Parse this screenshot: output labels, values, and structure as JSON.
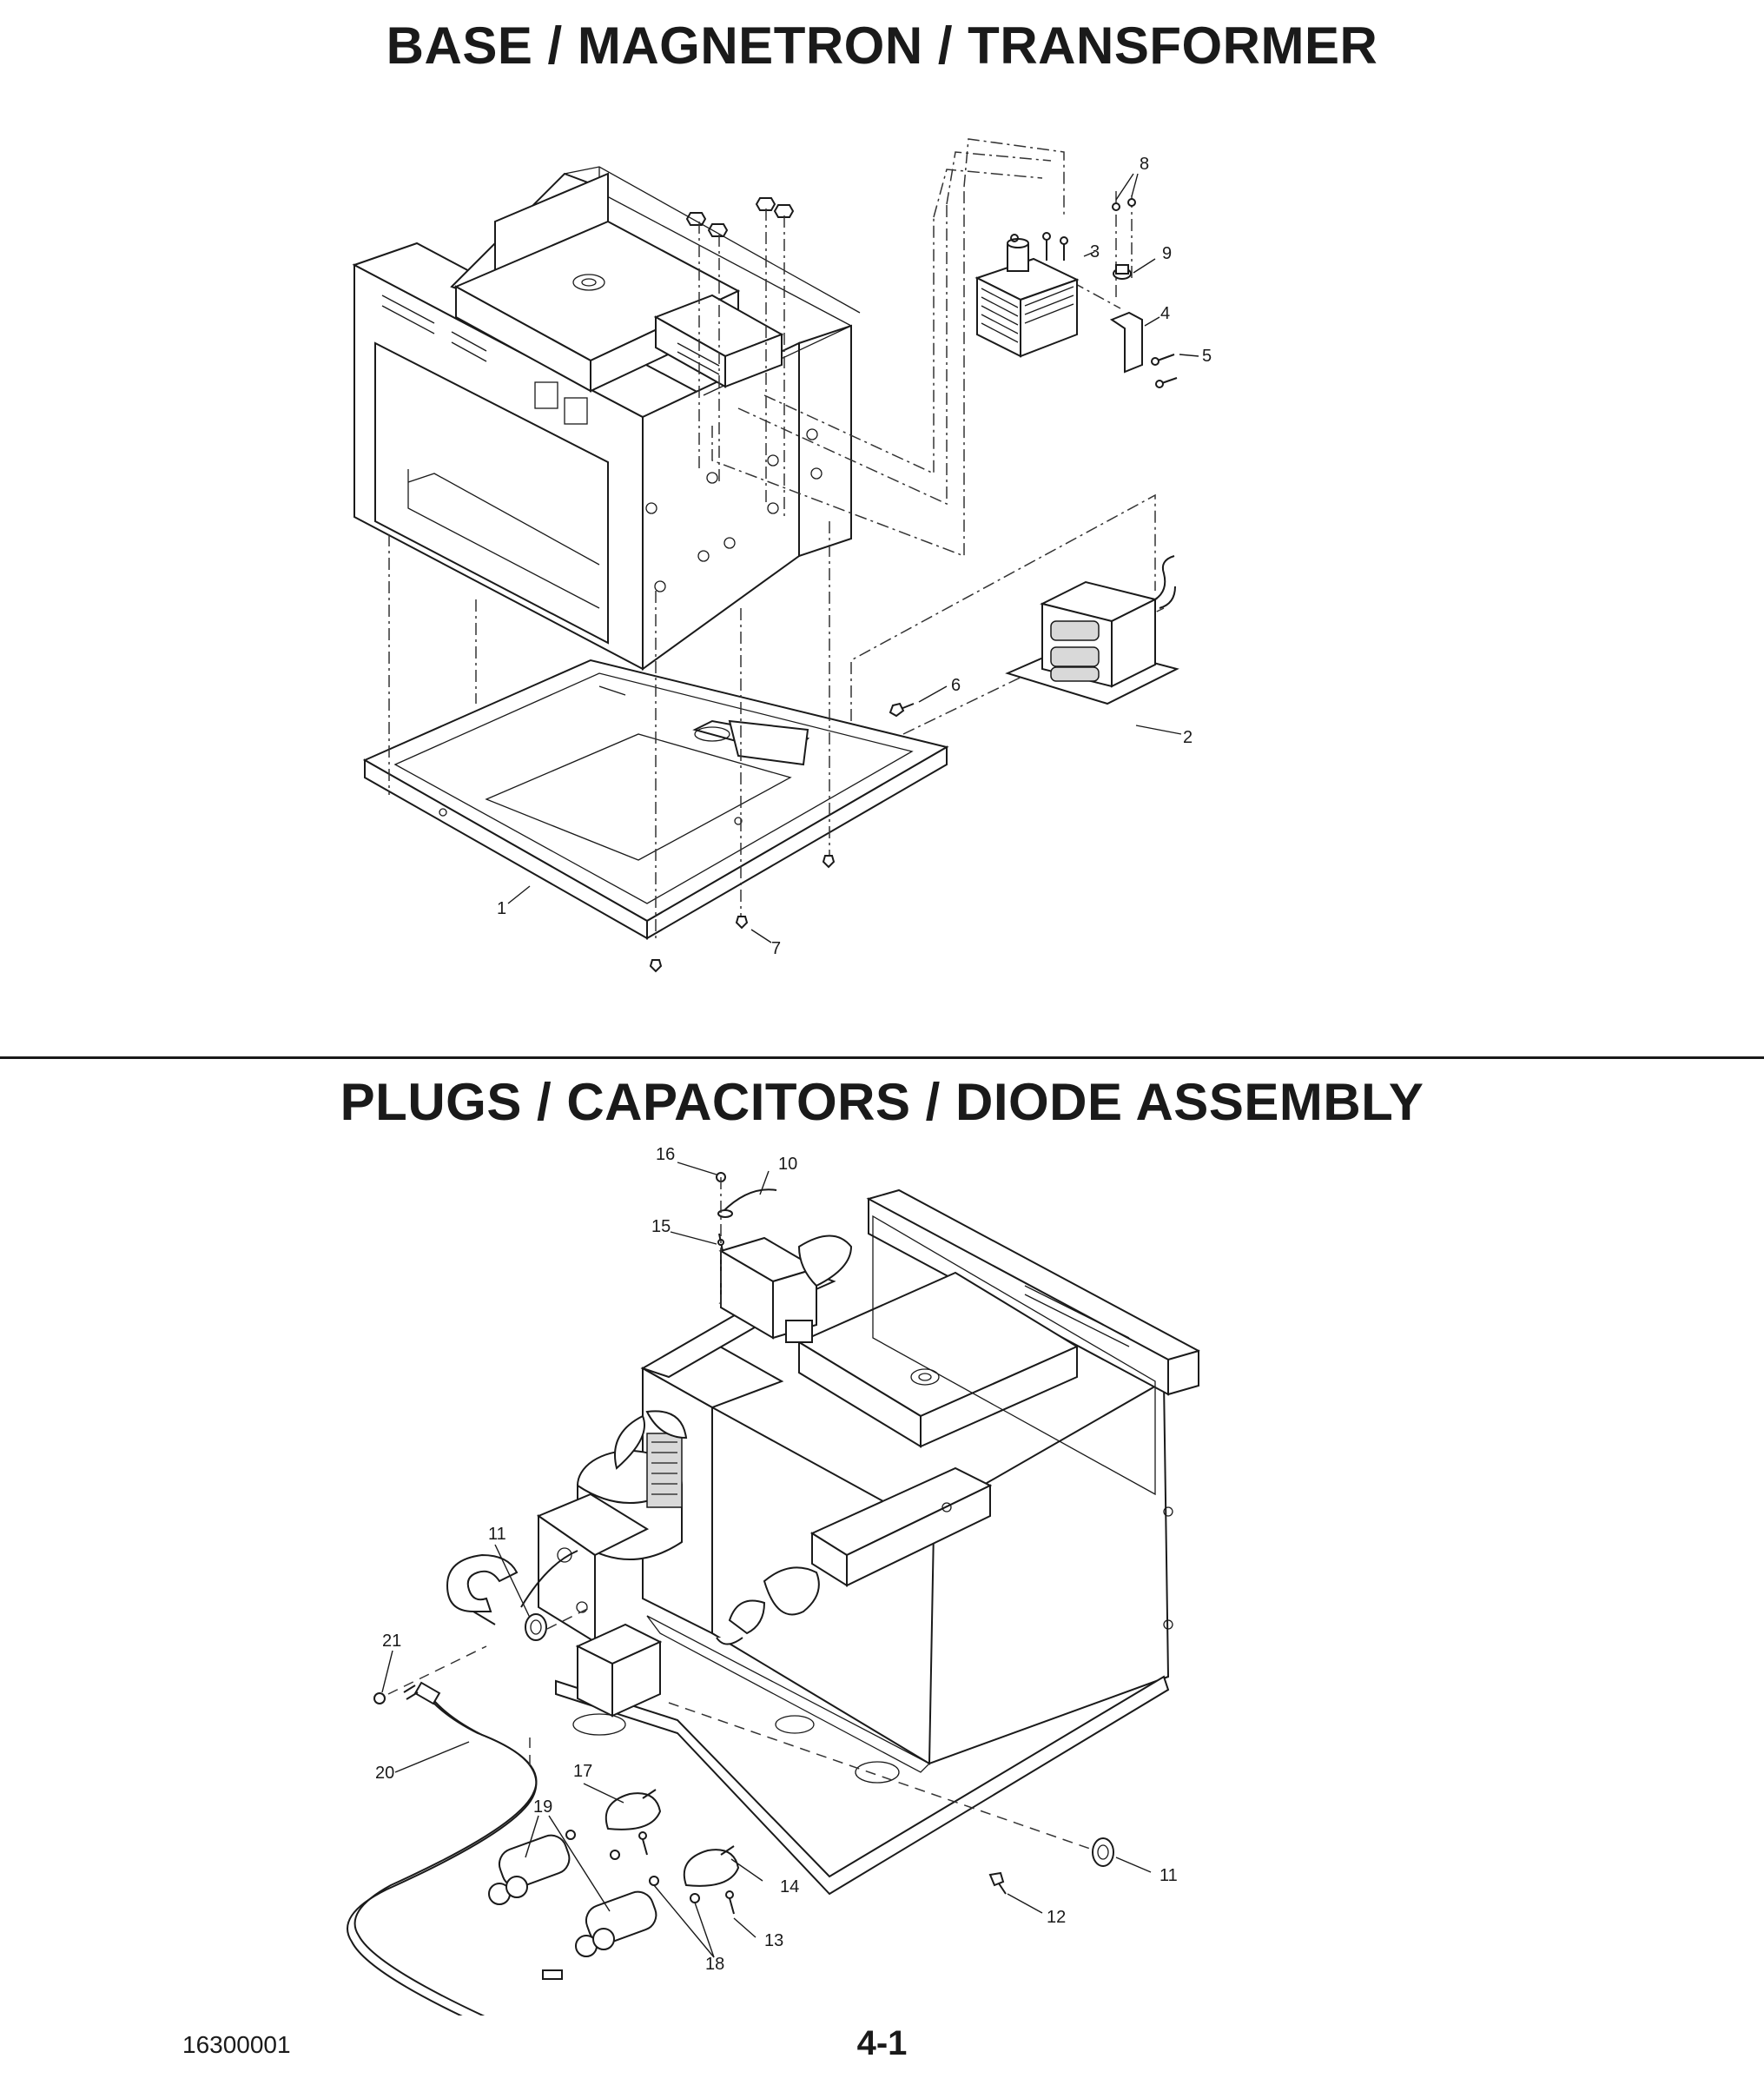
{
  "sections": [
    {
      "title": "BASE / MAGNETRON / TRANSFORMER"
    },
    {
      "title": "PLUGS / CAPACITORS / DIODE ASSEMBLY"
    }
  ],
  "top_callouts": {
    "c1": "1",
    "c2": "2",
    "c3": "3",
    "c4": "4",
    "c5": "5",
    "c6": "6",
    "c7": "7",
    "c8": "8",
    "c9": "9"
  },
  "bottom_callouts": {
    "c10": "10",
    "c11a": "11",
    "c11b": "11",
    "c12": "12",
    "c13": "13",
    "c14": "14",
    "c15": "15",
    "c16": "16",
    "c17": "17",
    "c18": "18",
    "c19": "19",
    "c20": "20",
    "c21": "21"
  },
  "footer": {
    "doc_number": "16300001",
    "page_number": "4-1"
  }
}
